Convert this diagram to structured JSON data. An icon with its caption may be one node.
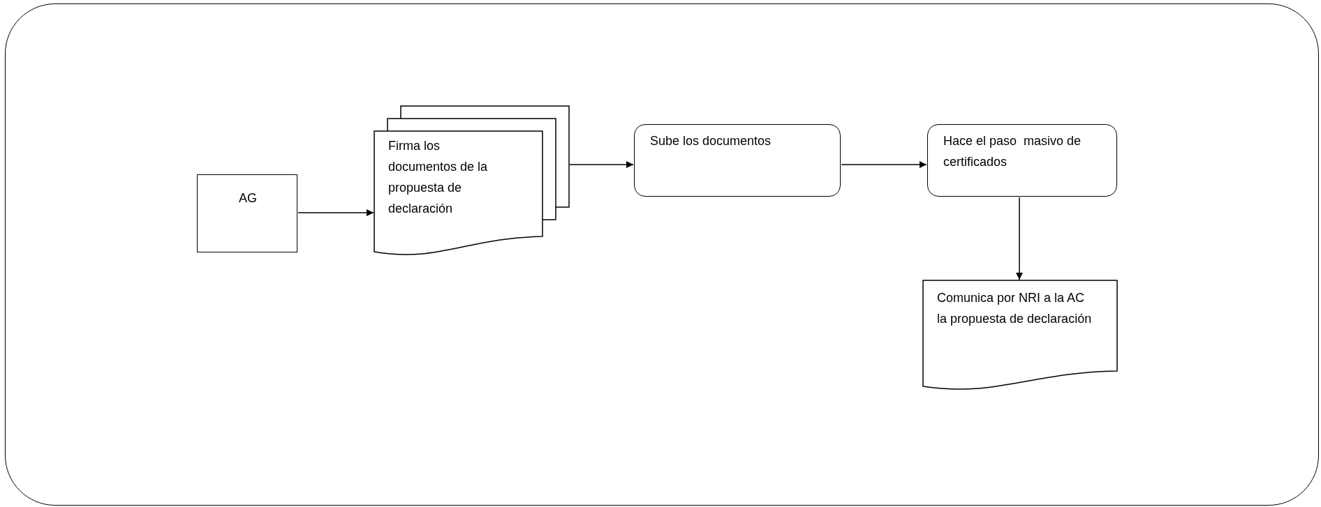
{
  "diagram": {
    "nodes": [
      {
        "text": [],
        "shape": "box"
      },
      {
        "text": [
          "AG"
        ],
        "in": 0
      },
      {
        "text": [
          "Firma los documentos de la propuesta de declaración"
        ],
        "in": 0
      },
      {
        "text": [
          "Sube los documentos"
        ],
        "in": 0
      },
      {
        "text": [
          "Hace el paso  masivo de certificados"
        ],
        "in": 0
      },
      {
        "text": [
          "Comunica por NRI a la AC la propuesta de declaración"
        ],
        "in": 0
      }
    ],
    "edges": [
      {
        "from": 1,
        "to": 2,
        "arrow": "to"
      },
      {
        "from": 2,
        "to": 3,
        "arrow": "to"
      },
      {
        "from": 3,
        "to": 4,
        "arrow": "to"
      },
      {
        "from": 4,
        "to": 5,
        "arrow": "to"
      }
    ]
  }
}
